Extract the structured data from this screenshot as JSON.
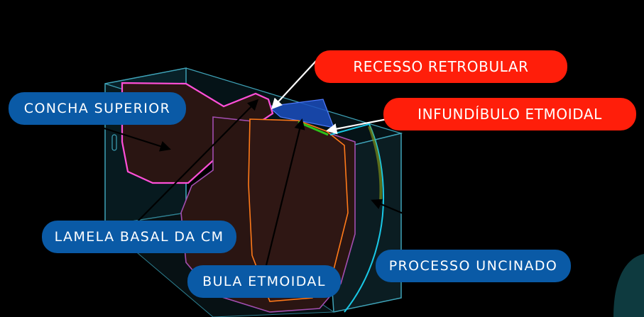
{
  "labels": {
    "recesso_retrobular": "RECESSO RETROBULAR",
    "infundibulo_etmoidal": "INFUNDÍBULO ETMOIDAL",
    "concha_superior": "CONCHA SUPERIOR",
    "lamela_basal": "LAMELA BASAL DA CM",
    "bula_etmoidal": "BULA ETMOIDAL",
    "processo_uncinado": "PROCESSO UNCINADO"
  },
  "colors": {
    "background": "#000000",
    "highlight_label": "#ff1e0a",
    "standard_label": "#0a5aa6",
    "outline_magenta": "#ff4fd8",
    "outline_cyan": "#19c8e6",
    "outline_orange": "#ff7a1a",
    "outline_green": "#2fc21a",
    "structure_fill": "#2a1512"
  }
}
